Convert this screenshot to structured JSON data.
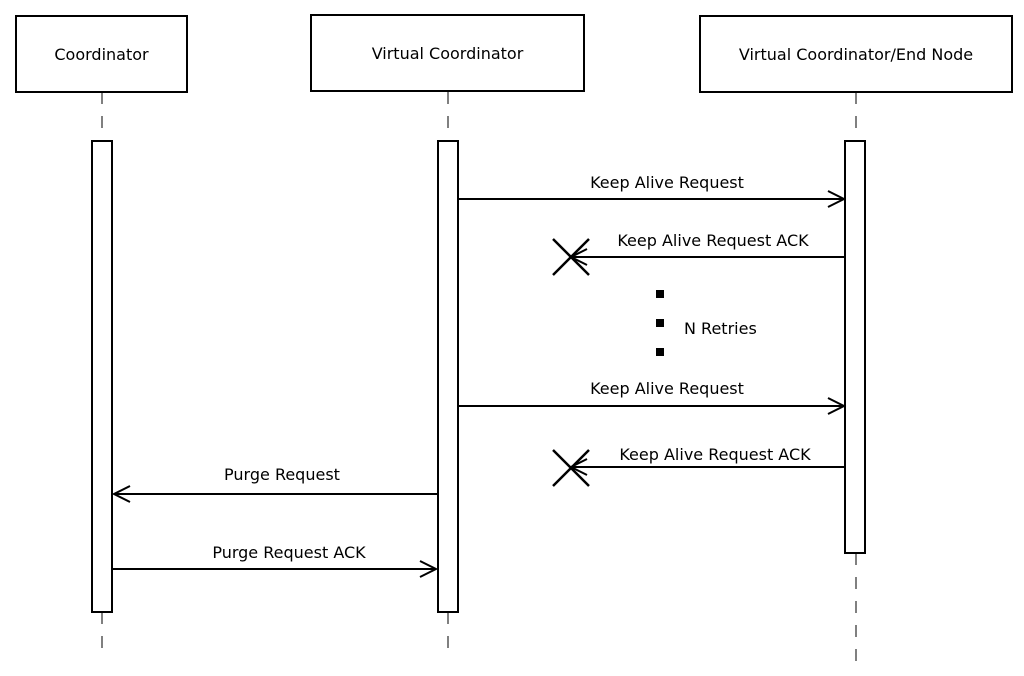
{
  "participants": [
    {
      "label": "Coordinator"
    },
    {
      "label": "Virtual Coordinator"
    },
    {
      "label": "Virtual Coordinator/End Node"
    }
  ],
  "messages": [
    {
      "label": "Keep Alive Request",
      "from": "Virtual Coordinator",
      "to": "Virtual Coordinator/End Node",
      "lost": false
    },
    {
      "label": "Keep Alive Request ACK",
      "from": "Virtual Coordinator/End Node",
      "to": "Virtual Coordinator",
      "lost": true
    },
    {
      "label": "Keep Alive Request",
      "from": "Virtual Coordinator",
      "to": "Virtual Coordinator/End Node",
      "lost": false
    },
    {
      "label": "Keep Alive Request ACK",
      "from": "Virtual Coordinator/End Node",
      "to": "Virtual Coordinator",
      "lost": true
    },
    {
      "label": "Purge Request",
      "from": "Virtual Coordinator",
      "to": "Coordinator",
      "lost": false
    },
    {
      "label": "Purge Request ACK",
      "from": "Coordinator",
      "to": "Virtual Coordinator",
      "lost": false
    }
  ],
  "retries_note": "N Retries"
}
